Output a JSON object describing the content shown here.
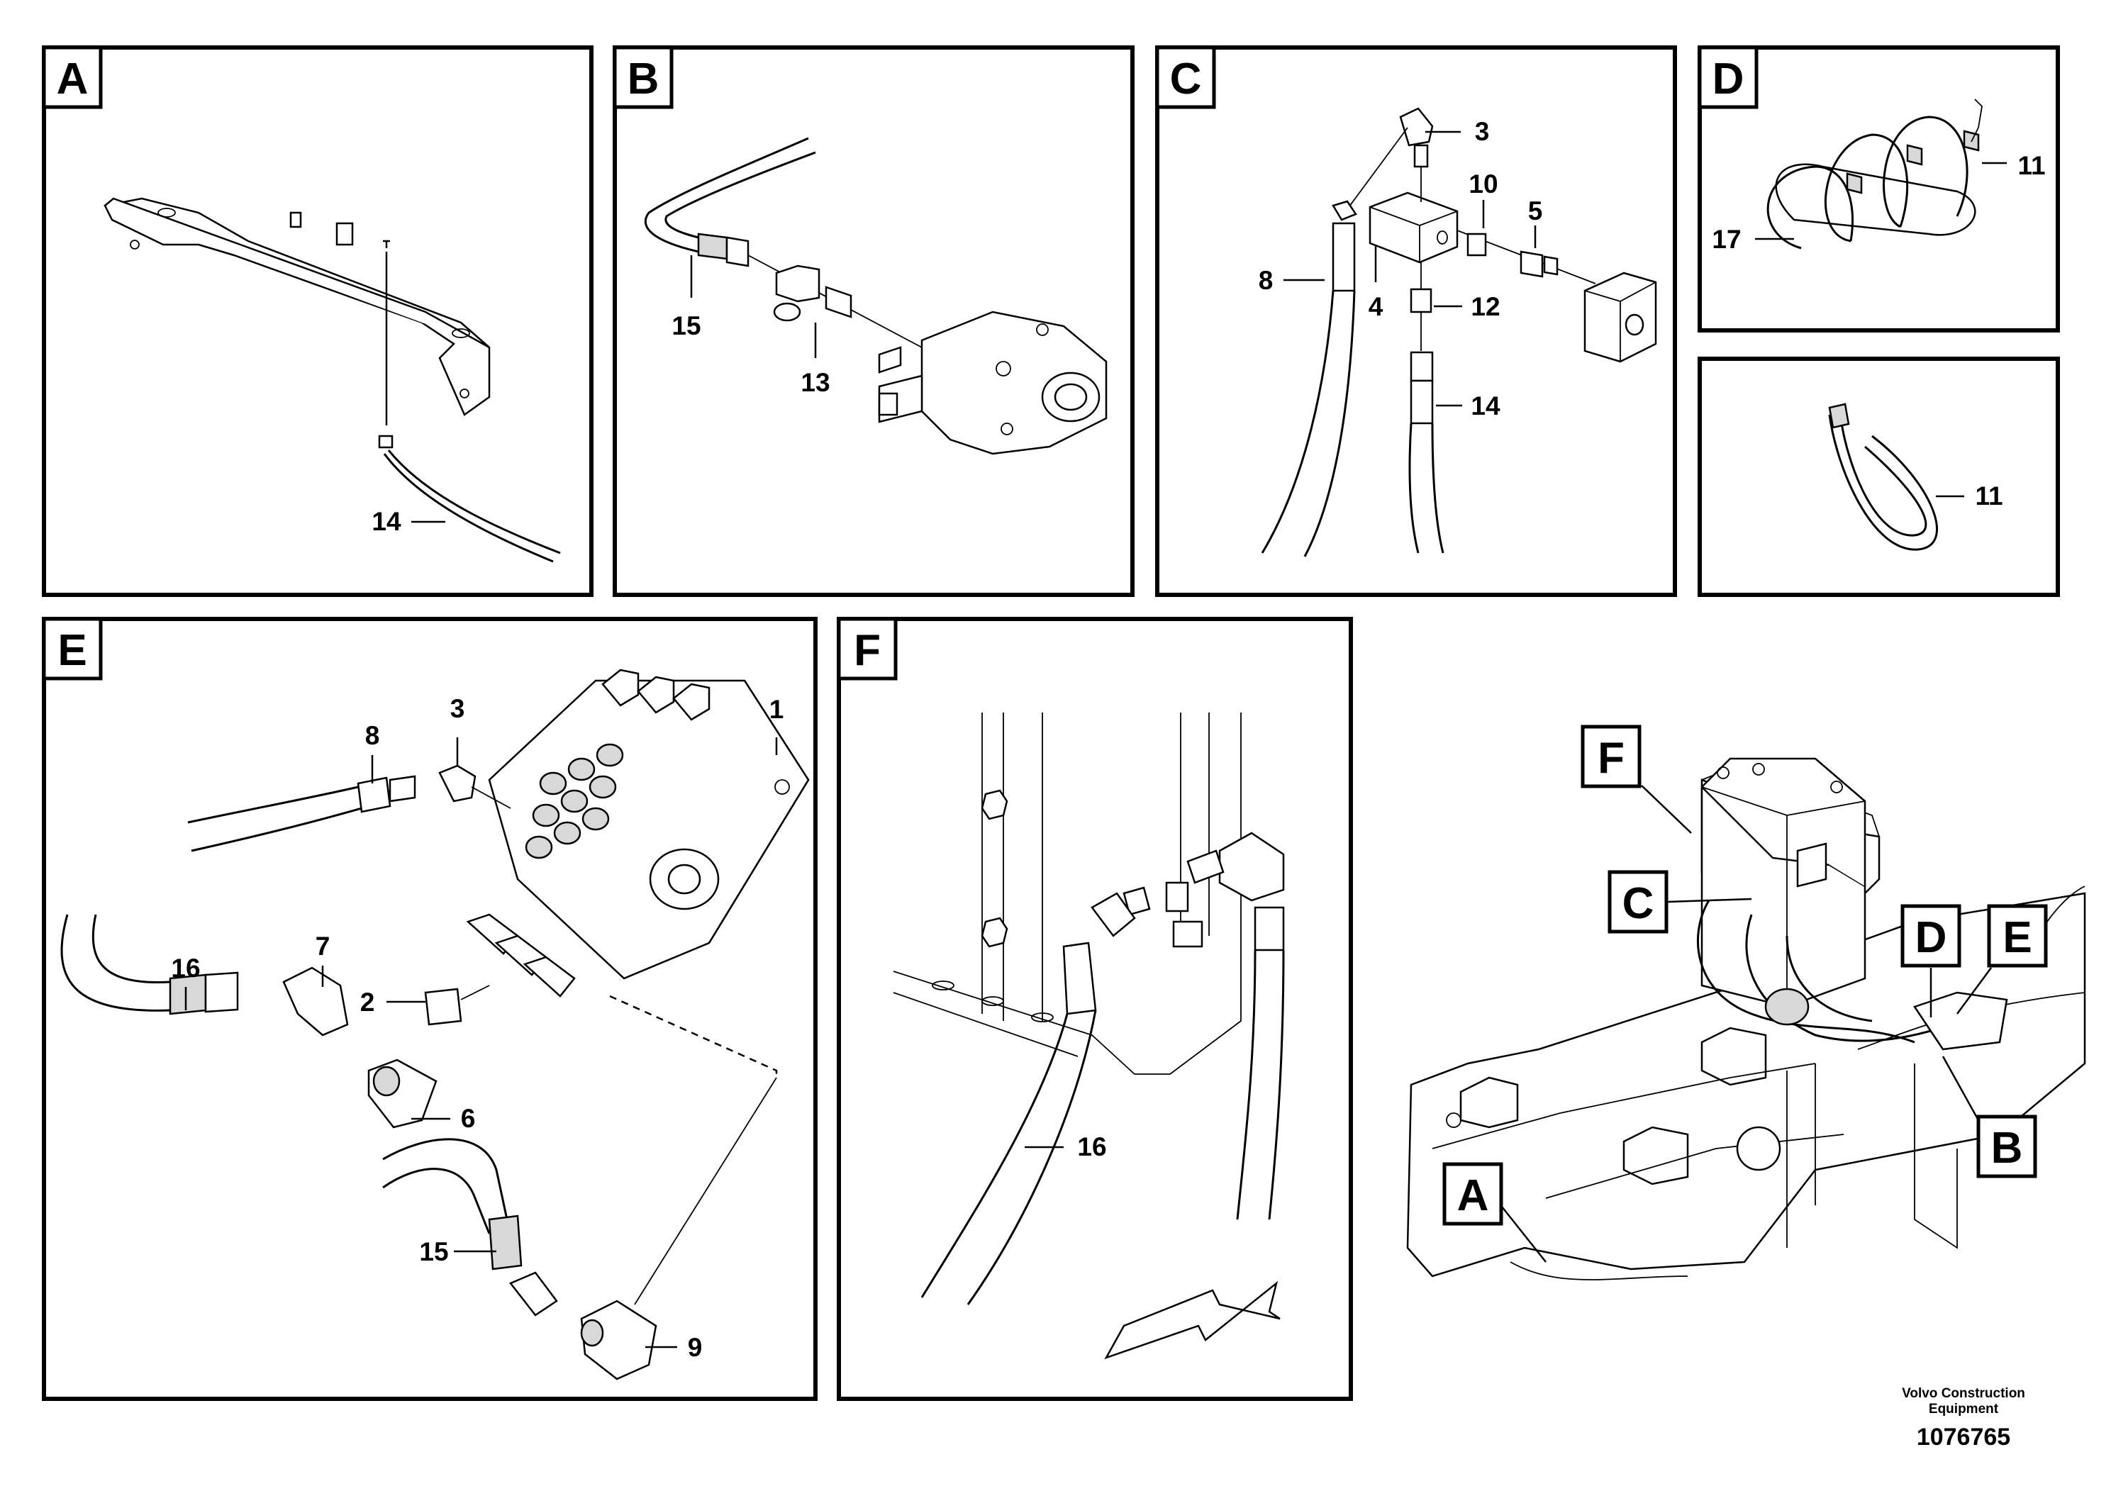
{
  "panels": {
    "a": {
      "label": "A",
      "callouts": [
        "14"
      ]
    },
    "b": {
      "label": "B",
      "callouts": [
        "15",
        "13"
      ]
    },
    "c": {
      "label": "C",
      "callouts": [
        "3",
        "10",
        "5",
        "8",
        "4",
        "12",
        "14"
      ]
    },
    "d": {
      "label": "D",
      "callouts": [
        "11",
        "17"
      ]
    },
    "d2": {
      "callouts": [
        "11"
      ]
    },
    "e": {
      "label": "E",
      "callouts": [
        "1",
        "8",
        "3",
        "16",
        "7",
        "2",
        "6",
        "15",
        "9"
      ]
    },
    "f": {
      "label": "F",
      "callouts": [
        "16"
      ]
    }
  },
  "overview": {
    "labels": [
      "F",
      "C",
      "D",
      "E",
      "B",
      "A"
    ]
  },
  "footer": {
    "company": "Volvo Construction Equipment",
    "drawing_number": "1076765"
  }
}
